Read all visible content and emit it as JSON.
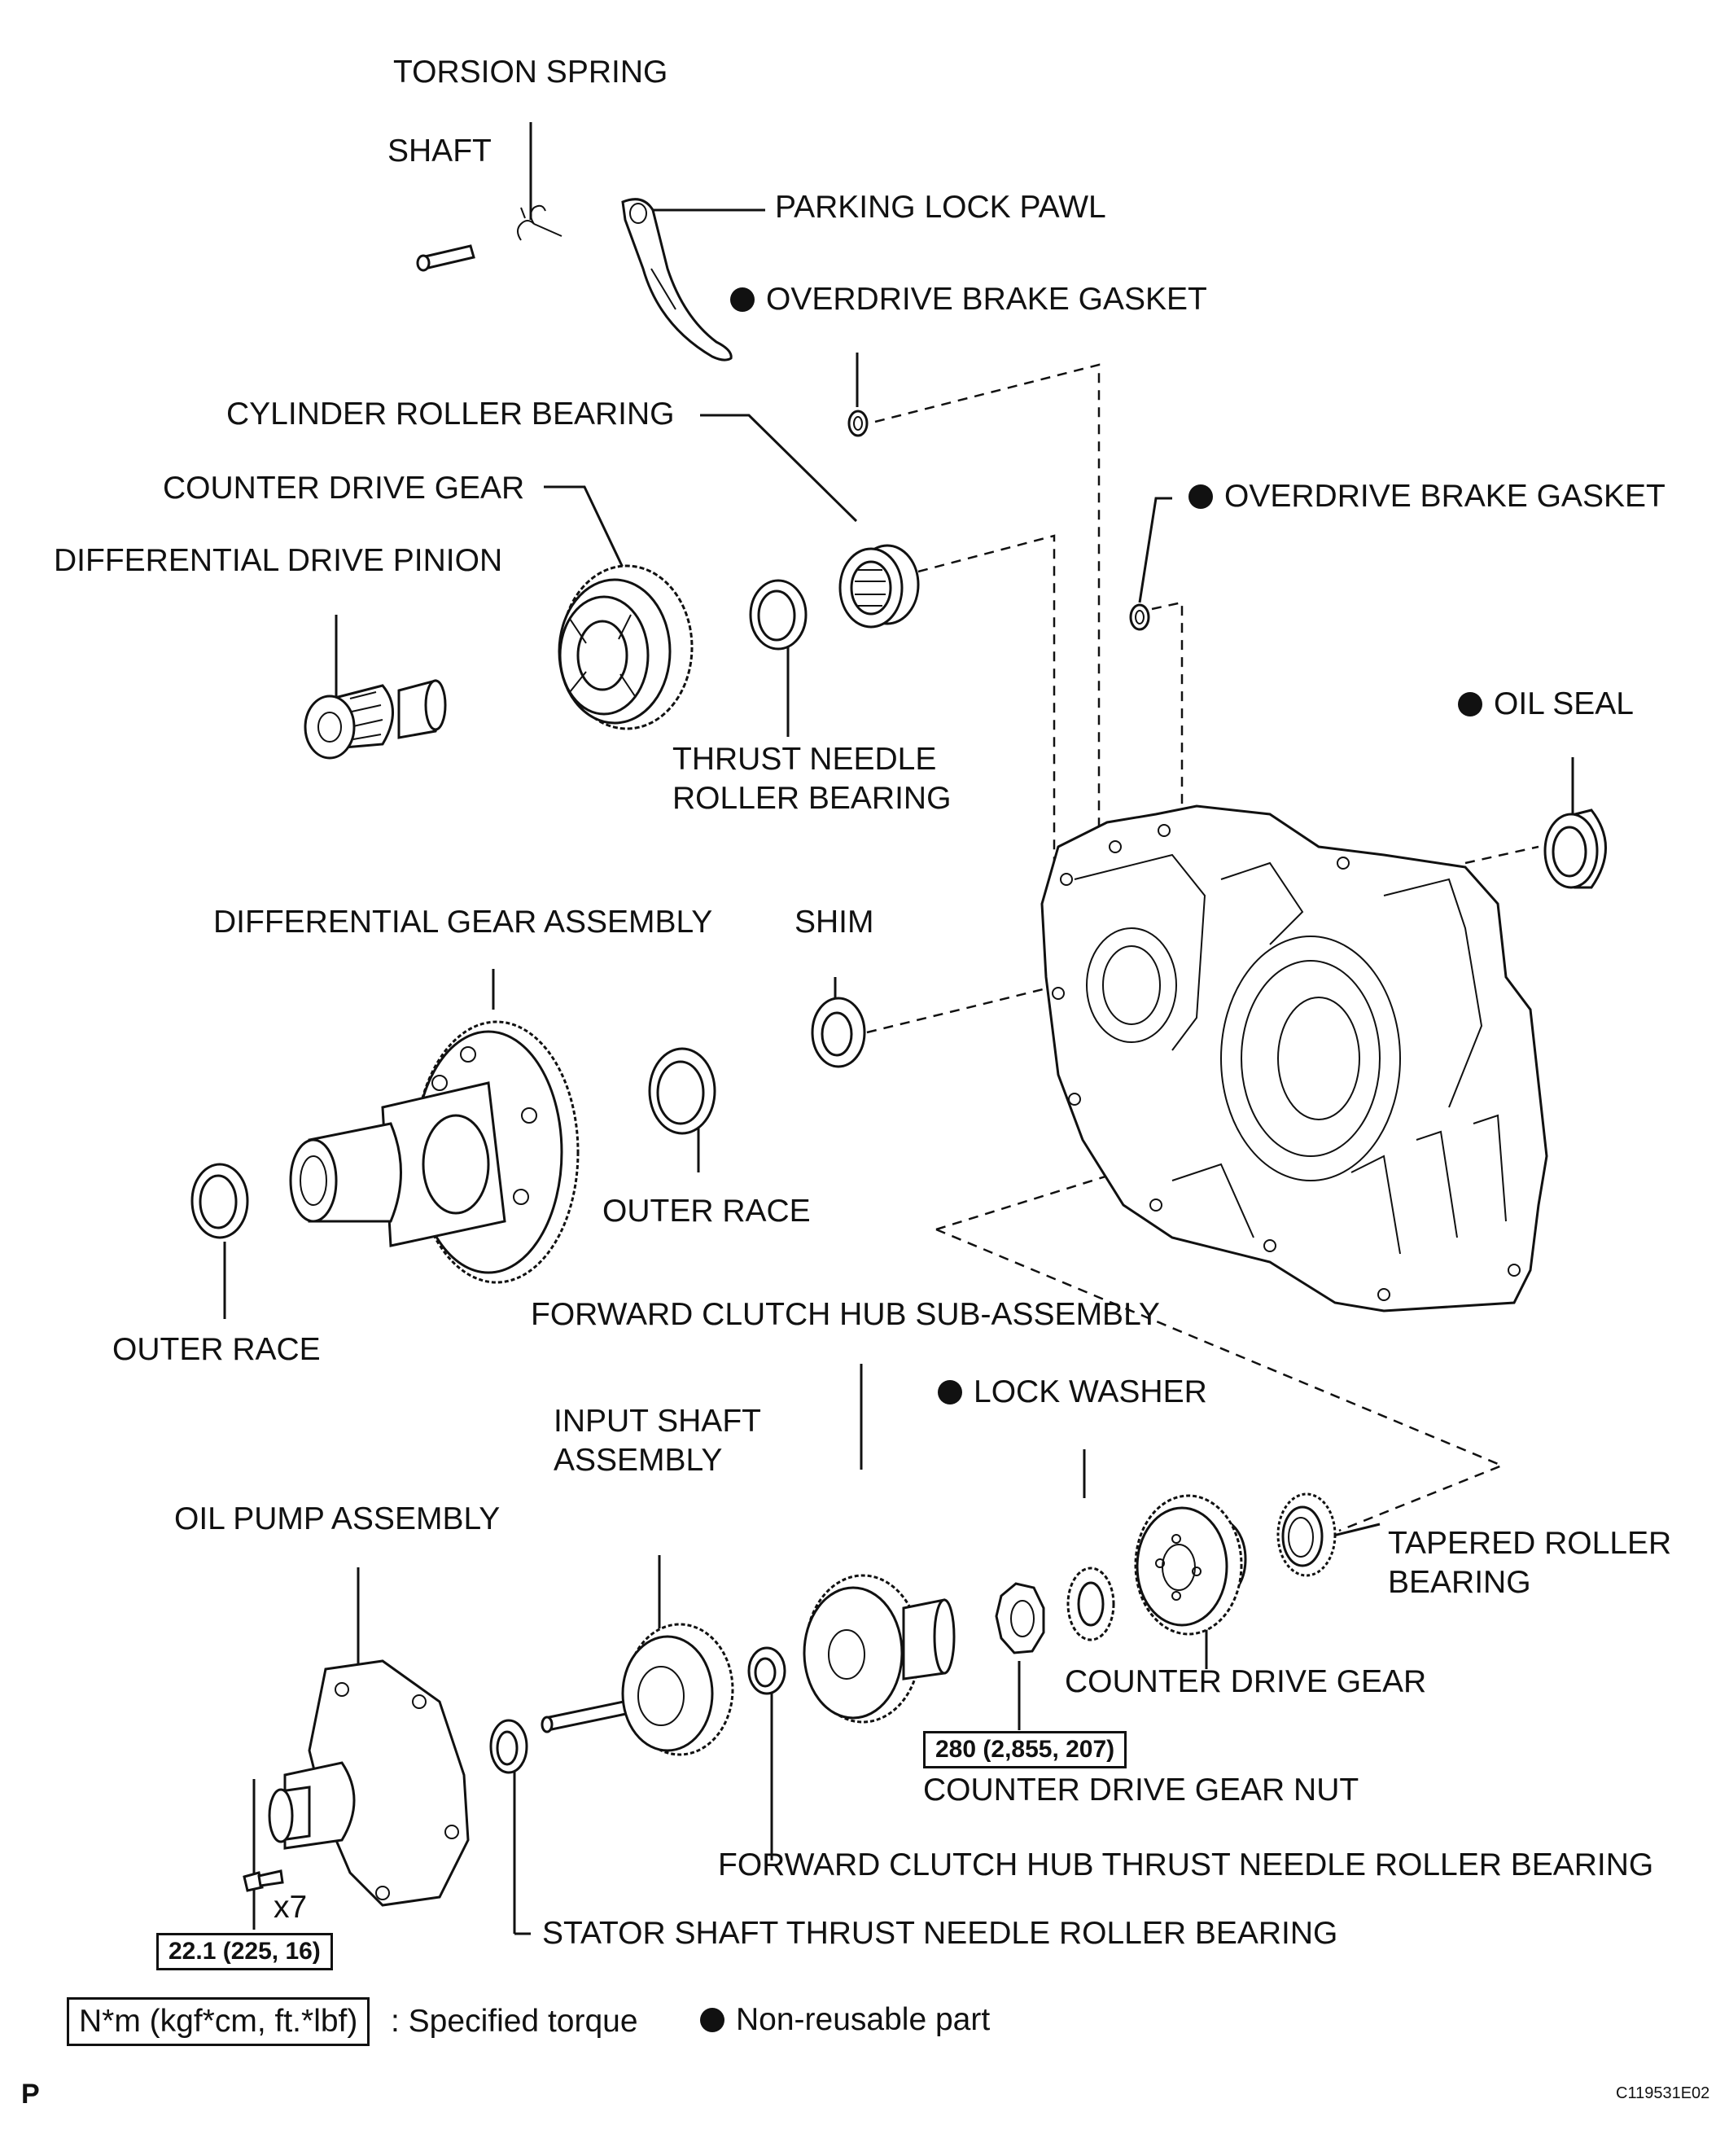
{
  "labels": {
    "torsion_spring": "TORSION SPRING",
    "shaft": "SHAFT",
    "parking_lock_pawl": "PARKING LOCK PAWL",
    "overdrive_brake_gasket_1": "OVERDRIVE BRAKE GASKET",
    "cylinder_roller_bearing": "CYLINDER ROLLER BEARING",
    "overdrive_brake_gasket_2": "OVERDRIVE BRAKE GASKET",
    "counter_drive_gear_top": "COUNTER DRIVE GEAR",
    "differential_drive_pinion": "DIFFERENTIAL DRIVE PINION",
    "thrust_needle_roller_bearing_line1": "THRUST NEEDLE",
    "thrust_needle_roller_bearing_line2": "ROLLER BEARING",
    "oil_seal": "OIL SEAL",
    "differential_gear_assembly": "DIFFERENTIAL GEAR ASSEMBLY",
    "shim": "SHIM",
    "outer_race_right": "OUTER RACE",
    "outer_race_left": "OUTER RACE",
    "forward_clutch_hub_sub_assembly": "FORWARD CLUTCH HUB SUB-ASSEMBLY",
    "lock_washer": "LOCK WASHER",
    "input_shaft_line1": "INPUT SHAFT",
    "input_shaft_line2": "ASSEMBLY",
    "oil_pump_assembly": "OIL PUMP ASSEMBLY",
    "tapered_roller_bearing_line1": "TAPERED ROLLER",
    "tapered_roller_bearing_line2": "BEARING",
    "counter_drive_gear_bottom": "COUNTER DRIVE GEAR",
    "counter_drive_gear_nut": "COUNTER DRIVE GEAR NUT",
    "forward_clutch_hub_thrust_bearing": "FORWARD CLUTCH HUB THRUST NEEDLE ROLLER BEARING",
    "stator_shaft_thrust_bearing": "STATOR SHAFT THRUST NEEDLE ROLLER BEARING",
    "bolt_quantity": "x7"
  },
  "torque_specs": {
    "counter_drive_gear_nut": "280 (2,855, 207)",
    "oil_pump_bolt": "22.1 (225, 16)"
  },
  "legend": {
    "torque_unit_box": "N*m (kgf*cm, ft.*lbf)",
    "torque_description": ": Specified torque",
    "non_reusable_description": "Non-reusable part"
  },
  "footer": {
    "corner_mark": "P",
    "figure_id": "C119531E02"
  }
}
